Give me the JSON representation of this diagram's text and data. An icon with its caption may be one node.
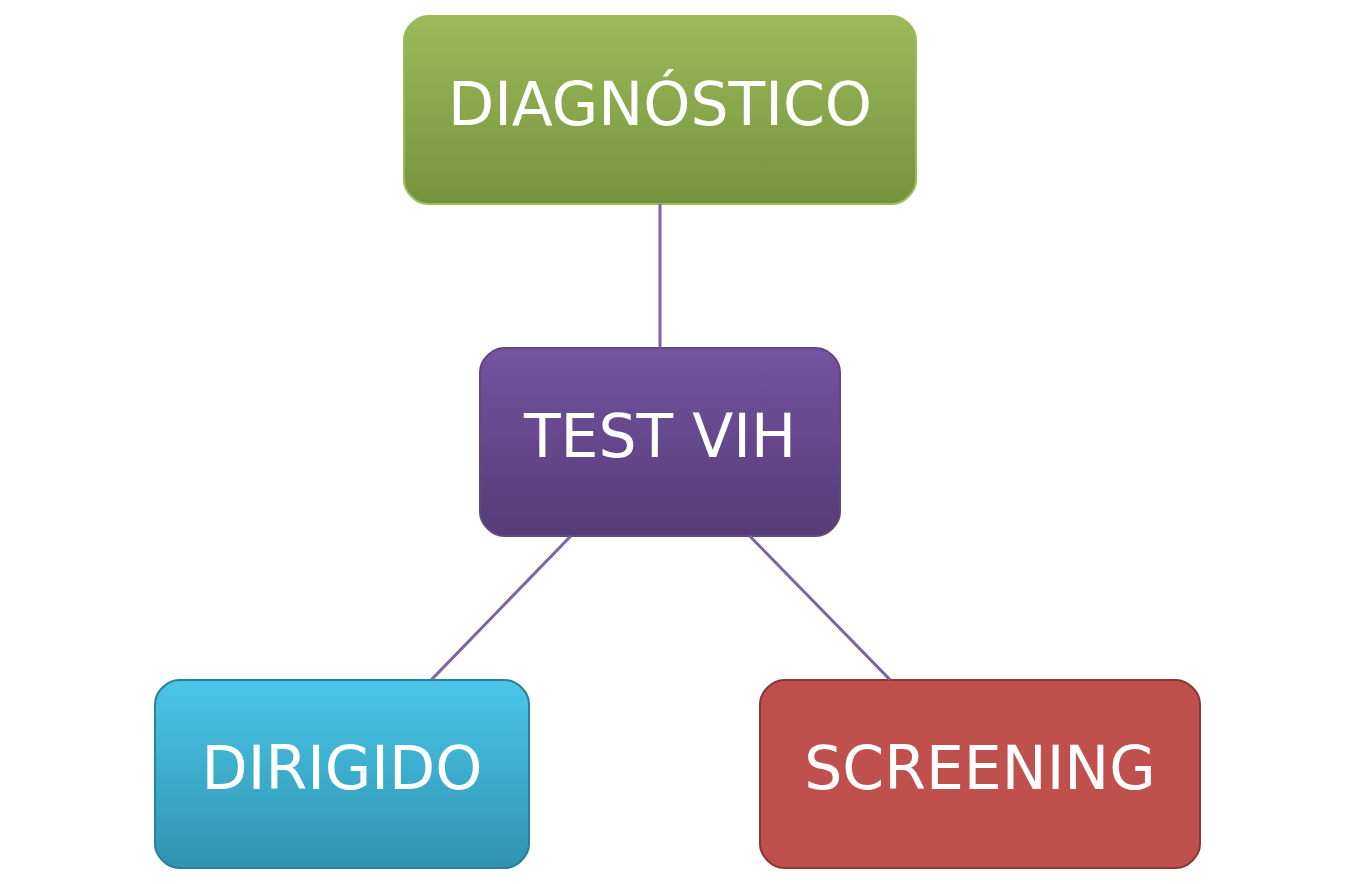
{
  "diagram": {
    "nodes": [
      {
        "text": [
          "DIAGNÓSTICO"
        ]
      },
      {
        "text": [
          "TEST VIH"
        ]
      },
      {
        "text": [
          "DIRIGIDO"
        ]
      },
      {
        "text": [
          "SCREENING"
        ]
      }
    ],
    "edges": [
      {
        "from": 0,
        "to": 1,
        "arrow": "none"
      },
      {
        "from": 1,
        "to": 2,
        "arrow": "none"
      },
      {
        "from": 1,
        "to": 3,
        "arrow": "none"
      }
    ]
  }
}
